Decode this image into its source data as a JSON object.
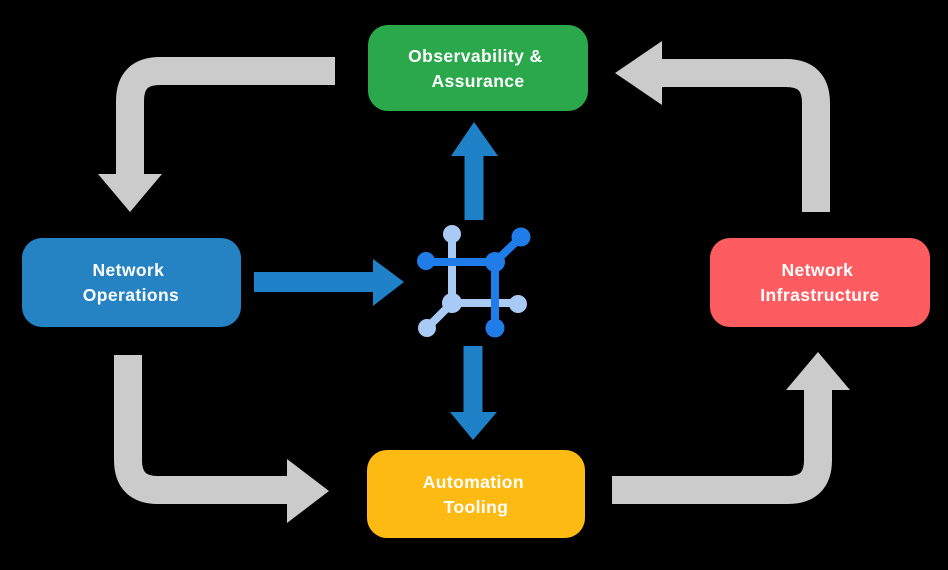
{
  "diagram": {
    "background_color": "#000000",
    "text_color": "#FFFFFF",
    "nodes": {
      "observability": {
        "line1": "Observability &",
        "line2": "Assurance",
        "color": "#2BA84C"
      },
      "operations": {
        "line1": "Network",
        "line2": "Operations",
        "color": "#2583C4"
      },
      "infrastructure": {
        "line1": "Network",
        "line2": "Infrastructure",
        "color": "#FD5C61"
      },
      "automation": {
        "line1": "Automation",
        "line2": "Tooling",
        "color": "#FCBA12"
      }
    },
    "arrows": {
      "cycle_color": "#CBCBCB",
      "flow_color": "#1F82C9"
    },
    "center_icon": {
      "name": "network-automation-icon",
      "dark_color": "#1F7CE8",
      "light_color": "#A9CAF4"
    },
    "edges": [
      {
        "from": "Observability & Assurance",
        "to": "Network Operations",
        "style": "gray-elbow"
      },
      {
        "from": "Network Operations",
        "to": "Automation Tooling",
        "style": "gray-elbow"
      },
      {
        "from": "Automation Tooling",
        "to": "Network Infrastructure",
        "style": "gray-elbow"
      },
      {
        "from": "Network Infrastructure",
        "to": "Observability & Assurance",
        "style": "gray-elbow"
      },
      {
        "from": "Network Operations",
        "to": "center-icon",
        "style": "blue-flow"
      },
      {
        "from": "center-icon",
        "to": "Observability & Assurance",
        "style": "blue-flow"
      },
      {
        "from": "center-icon",
        "to": "Automation Tooling",
        "style": "blue-flow"
      }
    ]
  }
}
